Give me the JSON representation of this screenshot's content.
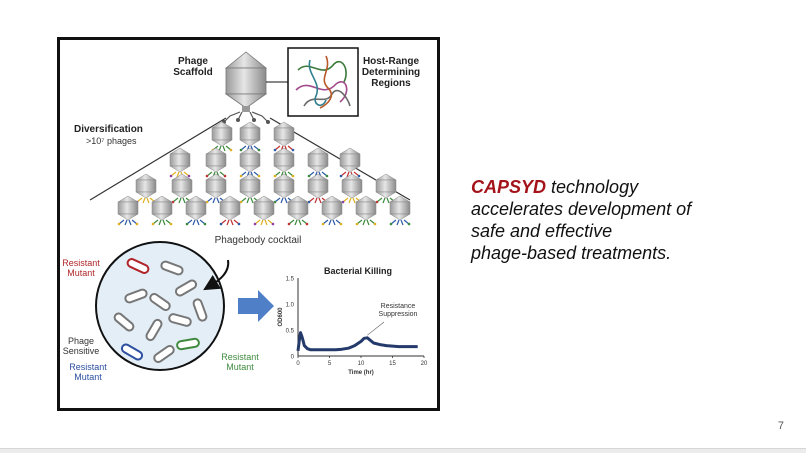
{
  "figure": {
    "scaffold_label": "Phage Scaffold",
    "host_range_label": "Host-Range Determining Regions",
    "diversification_label": "Diversification",
    "phage_count_label": ">10⁷ phages",
    "cocktail_label": "Phagebody cocktail",
    "resistant_mutant_red": "Resistant Mutant",
    "phage_sensitive": "Phage Sensitive",
    "resistant_mutant_blue": "Resistant Mutant",
    "resistant_mutant_green": "Resistant Mutant",
    "killing_chart": {
      "title": "Bacterial Killing",
      "ylabel": "OD600",
      "xlabel": "Time (hr)",
      "annotation": "Resistance Suppression",
      "y_ticks": [
        "1.5",
        "1.0",
        "0.5",
        "0"
      ],
      "x_ticks": [
        "0",
        "5",
        "10",
        "15",
        "20"
      ]
    }
  },
  "caption": {
    "brand": "CAPSYD",
    "line1_rest": " technology",
    "line2": "accelerates development of",
    "line3": "safe and effective",
    "line4": "phage-based treatments."
  },
  "page_number": "7",
  "colors": {
    "brand_red": "#a5131a",
    "curve_blue": "#233a6b",
    "arrow_blue": "#4f7fc7",
    "red_mutant": "#b0262a",
    "blue_mutant": "#2c4fa0",
    "green_mutant": "#3f8a3f"
  },
  "chart_data": {
    "type": "line",
    "title": "Bacterial Killing",
    "xlabel": "Time (hr)",
    "ylabel": "OD600",
    "xlim": [
      0,
      20
    ],
    "ylim": [
      0,
      1.5
    ],
    "series": [
      {
        "x": [
          0,
          0.2,
          0.4,
          0.6,
          0.8,
          1,
          1.5,
          2,
          3,
          4,
          5,
          6,
          7,
          8,
          9,
          10,
          10.5,
          11,
          11.5,
          12,
          13,
          14,
          15,
          16,
          17,
          18,
          19
        ],
        "values": [
          0.1,
          0.3,
          0.45,
          0.38,
          0.3,
          0.2,
          0.14,
          0.12,
          0.12,
          0.12,
          0.12,
          0.12,
          0.13,
          0.15,
          0.2,
          0.28,
          0.34,
          0.35,
          0.3,
          0.25,
          0.22,
          0.2,
          0.19,
          0.18,
          0.18,
          0.18,
          0.18
        ]
      }
    ]
  }
}
